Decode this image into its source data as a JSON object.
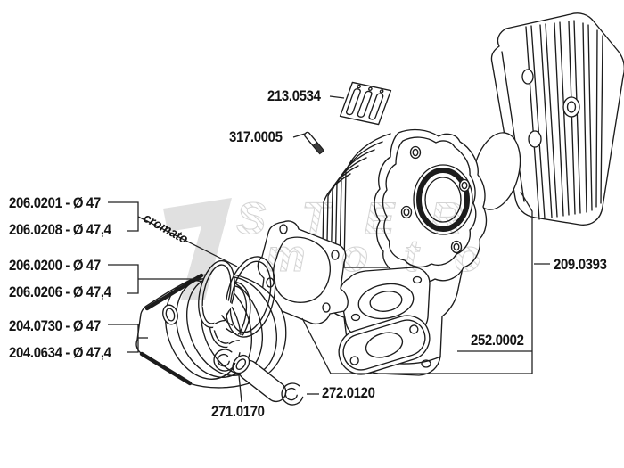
{
  "diagram": {
    "title_hint": "cylinder-kit-exploded-parts-diagram",
    "note_cromato": "cromato",
    "watermark": {
      "line1": "STER",
      "line2": "moto"
    },
    "labels": [
      {
        "id": "reed-petals",
        "text": "213.0534"
      },
      {
        "id": "stud-pin",
        "text": "317.0005"
      },
      {
        "id": "chrome-ring-d47",
        "text": "206.0201 - Ø 47"
      },
      {
        "id": "chrome-ring-d474",
        "text": "206.0208 - Ø 47,4"
      },
      {
        "id": "ring-set-d47",
        "text": "206.0200 - Ø 47"
      },
      {
        "id": "ring-set-d474",
        "text": "206.0206 - Ø 47,4"
      },
      {
        "id": "piston-d47",
        "text": "204.0730 - Ø 47"
      },
      {
        "id": "piston-d474",
        "text": "204.0634 - Ø 47,4"
      },
      {
        "id": "cylinder-head",
        "text": "209.0393"
      },
      {
        "id": "gasket-set",
        "text": "252.0002"
      },
      {
        "id": "circlip",
        "text": "272.0120"
      },
      {
        "id": "piston-pin",
        "text": "271.0170"
      }
    ]
  }
}
